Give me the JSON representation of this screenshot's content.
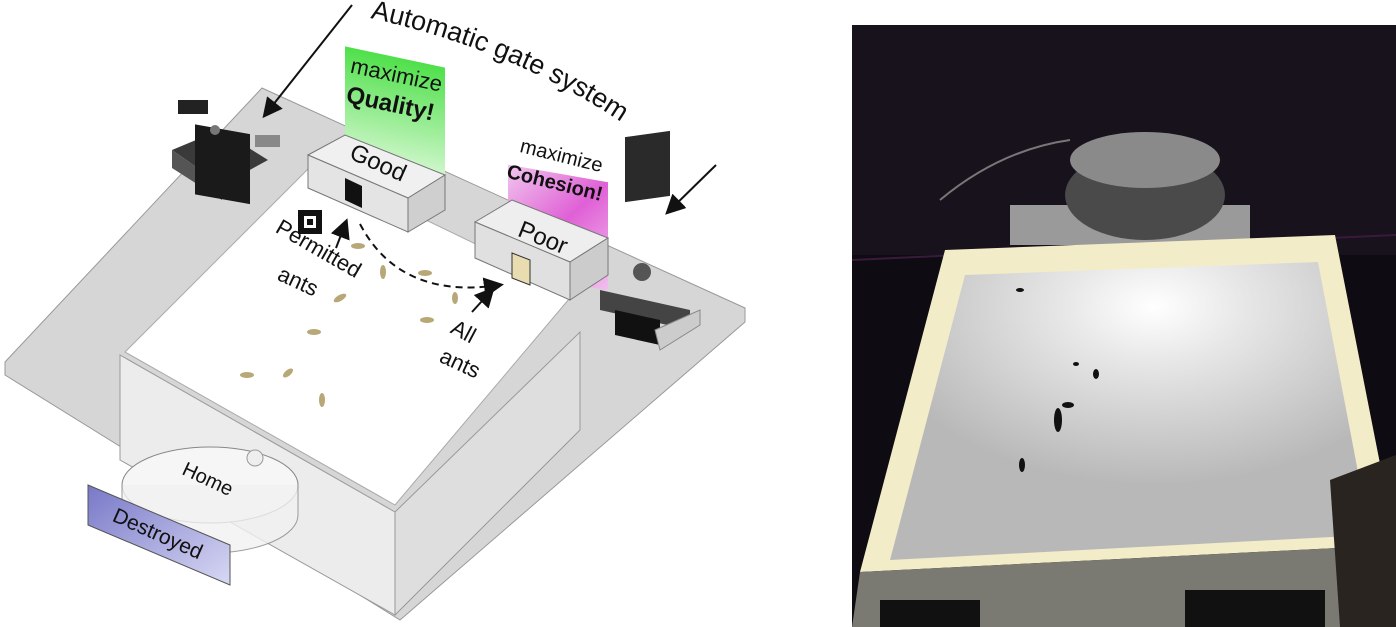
{
  "diagram": {
    "gate_system_label": "Automatic gate system",
    "good_sign": {
      "line1": "maximize",
      "line2": "Quality!",
      "color": "#6fe86a"
    },
    "good_box_label": "Good",
    "poor_sign": {
      "line1": "maximize",
      "line2": "Cohesion!",
      "color": "#e070d8"
    },
    "poor_box_label": "Poor",
    "permitted_label": {
      "line1": "Permitted",
      "line2": "ants"
    },
    "all_label": {
      "line1": "All",
      "line2": "ants"
    },
    "home_label": "Home",
    "destroyed_label": "Destroyed",
    "destroyed_color": "#8a8ad0"
  },
  "photo": {
    "icon": "arena-photo"
  }
}
